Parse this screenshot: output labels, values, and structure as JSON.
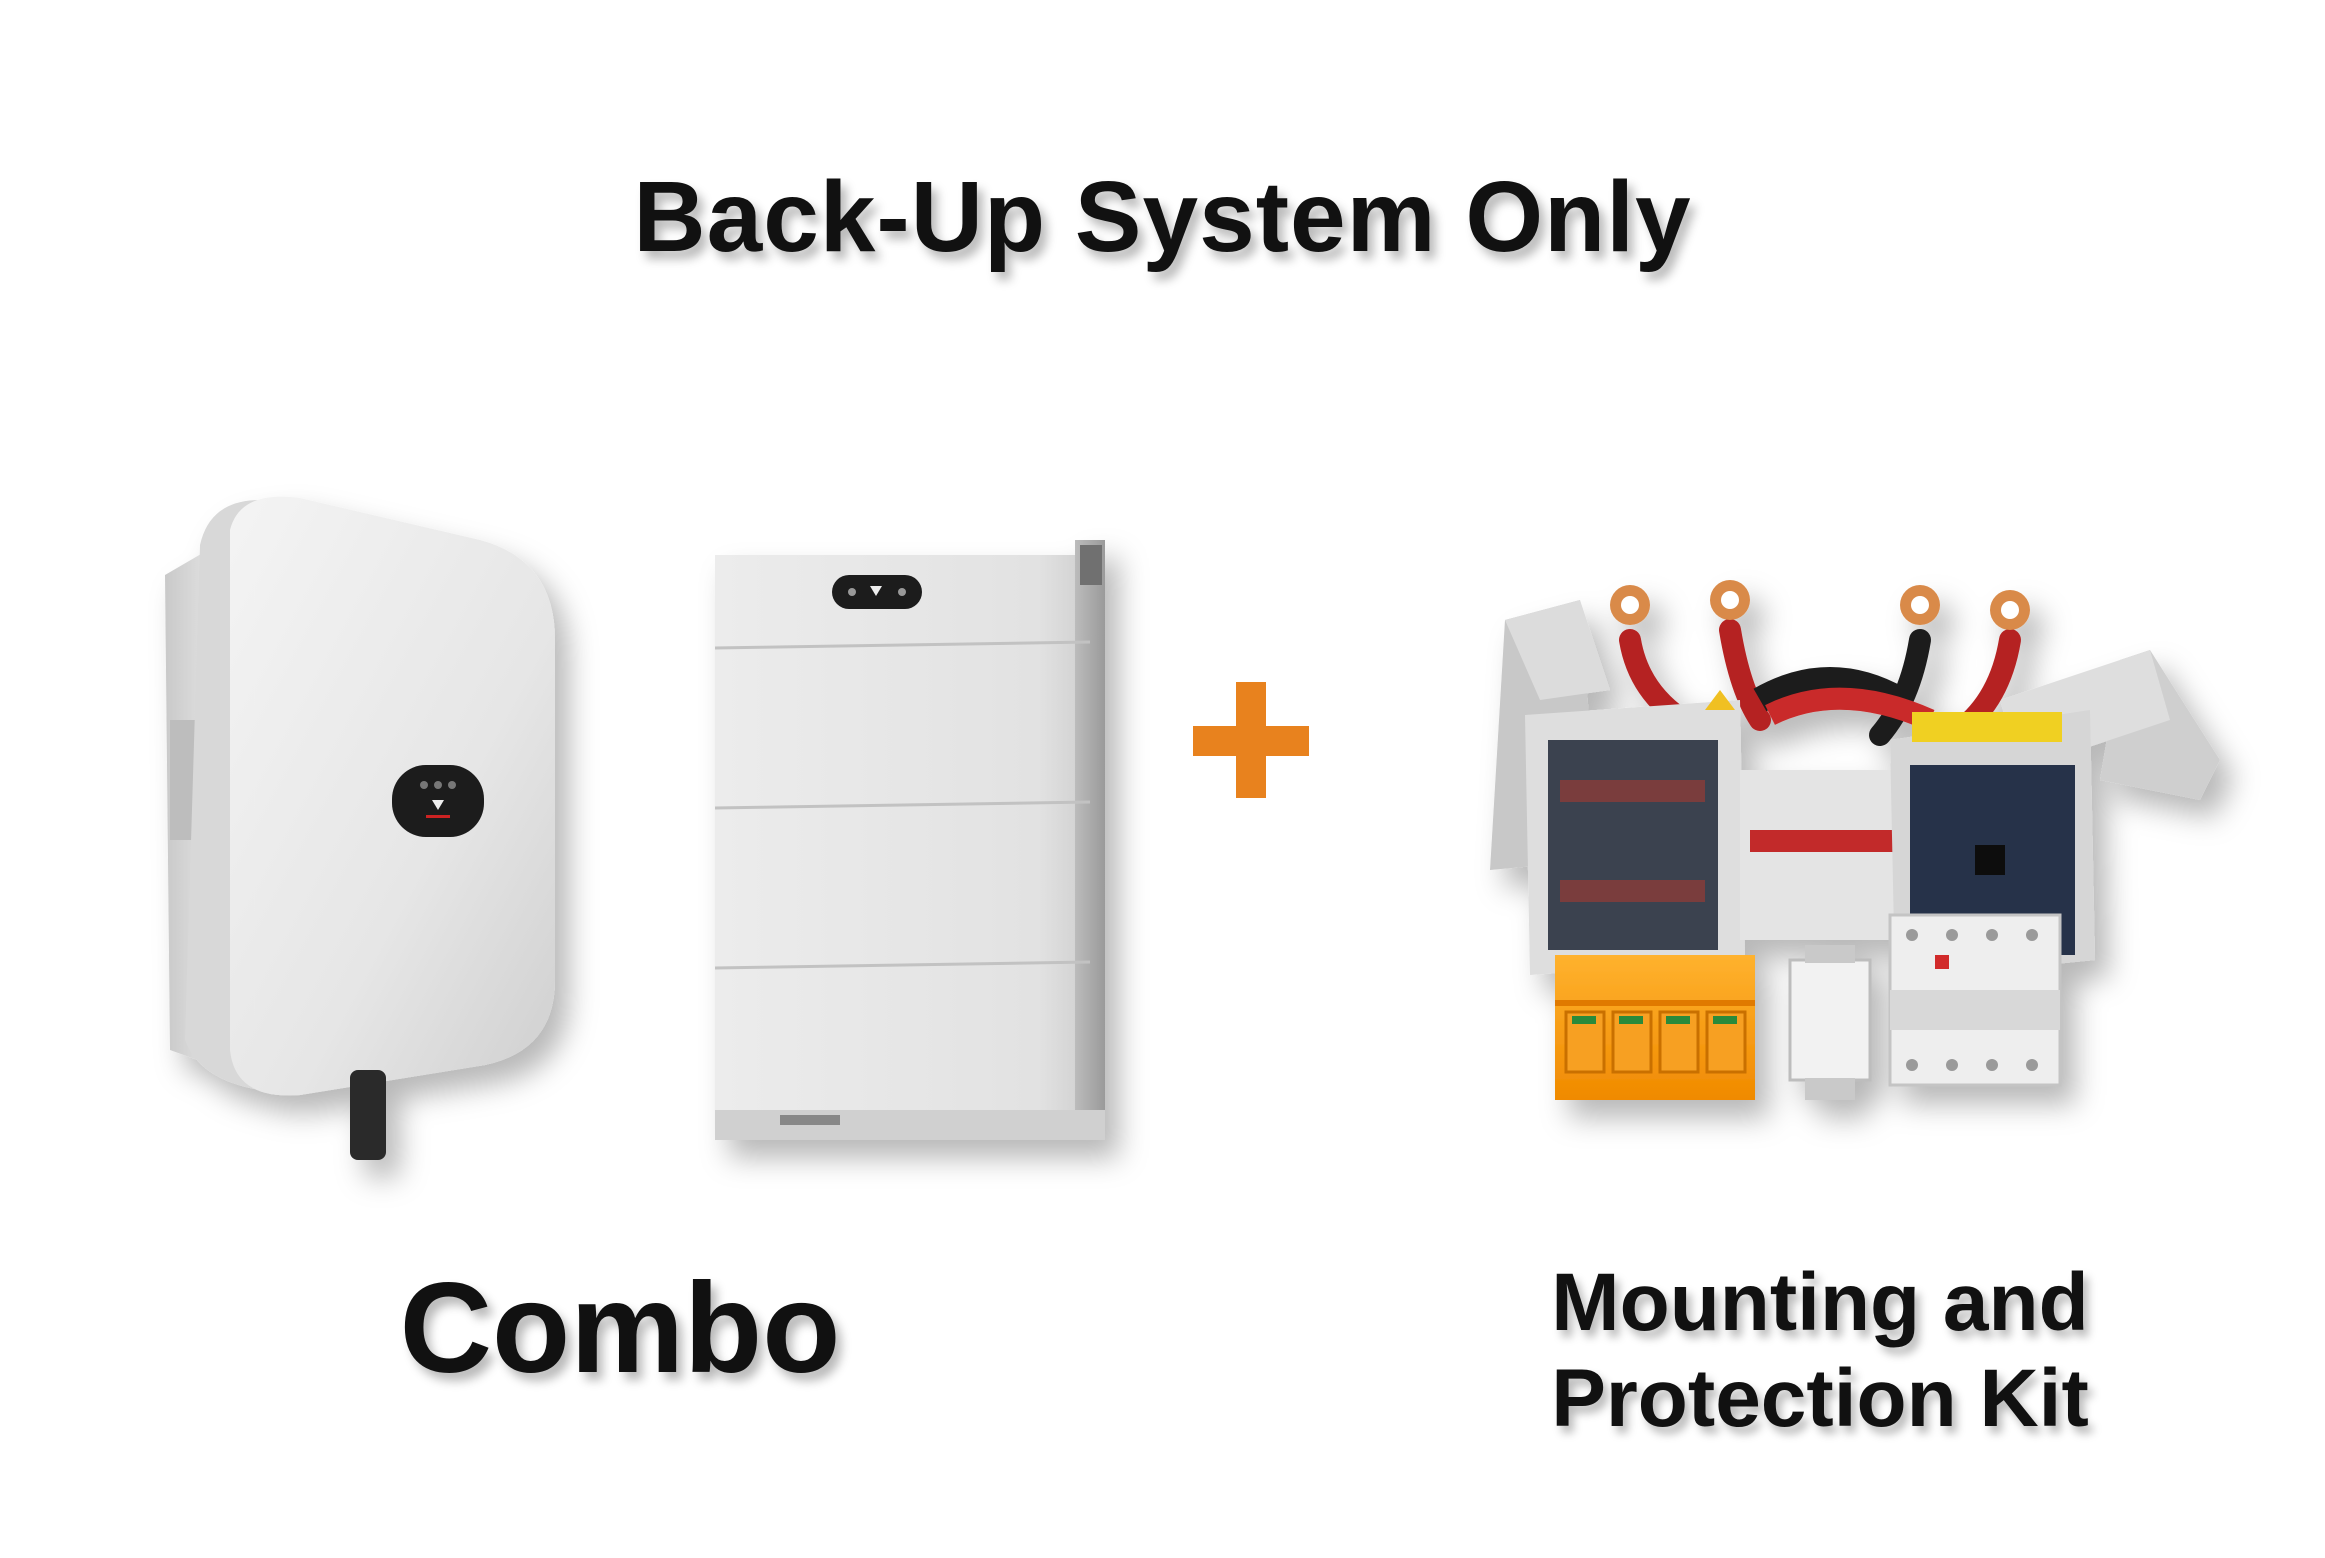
{
  "title": "Back-Up System Only",
  "combo_label": "Combo",
  "kit_label_line1": "Mounting and",
  "kit_label_line2": "Protection Kit",
  "plus_sign": "+",
  "colors": {
    "accent_orange": "#E8821E",
    "text": "#111111",
    "background": "#FFFFFF"
  },
  "images": {
    "inverter": "hybrid-inverter-image",
    "battery": "battery-stack-image",
    "kit": "mounting-protection-kit-image"
  }
}
